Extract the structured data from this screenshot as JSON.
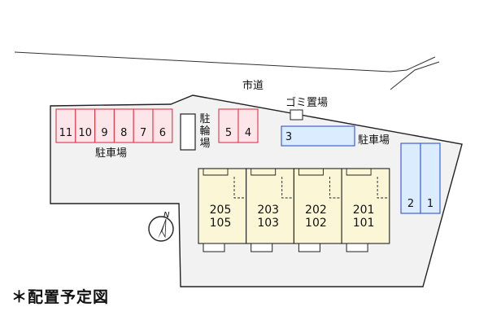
{
  "colors": {
    "lot_fill": "#f2f2f2",
    "outline": "#222222",
    "parking_red_stroke": "#d9394a",
    "parking_red_fill": "#fde6ea",
    "parking_blue_stroke": "#3355cc",
    "parking_blue_fill": "#dcecff",
    "building_fill": "#fbf7d6"
  },
  "labels": {
    "city_road": "市道",
    "garbage": "ゴミ置場",
    "parking_left": "駐車場",
    "parking_right": "駐車場",
    "bicycle": "駐輪場",
    "caption": "＊配置予定図",
    "north": "N"
  },
  "parking_left_spaces": [
    "11",
    "10",
    "9",
    "8",
    "7",
    "6"
  ],
  "parking_mid_spaces": [
    "5",
    "4"
  ],
  "parking_blue_horizontal": [
    "3"
  ],
  "parking_blue_vertical": [
    "2",
    "1"
  ],
  "units": [
    {
      "upper": "205",
      "lower": "105"
    },
    {
      "upper": "203",
      "lower": "103"
    },
    {
      "upper": "202",
      "lower": "102"
    },
    {
      "upper": "201",
      "lower": "101"
    }
  ]
}
